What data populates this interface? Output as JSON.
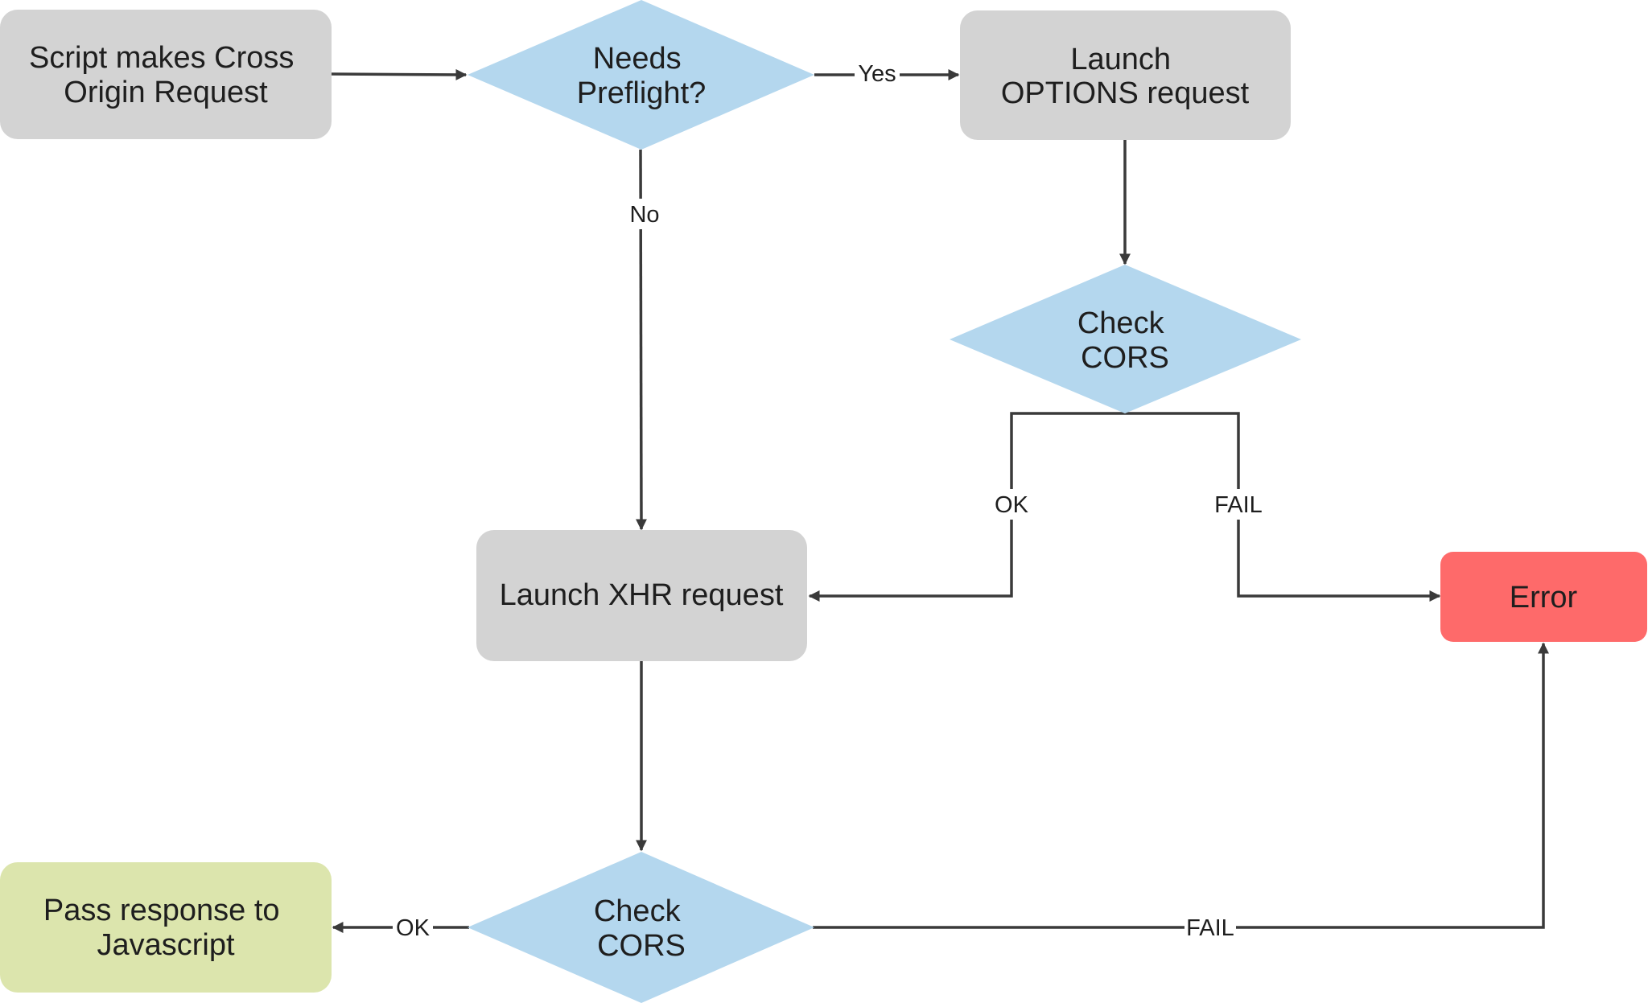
{
  "colors": {
    "process": "#d3d3d3",
    "decision": "#b4d7ee",
    "error": "#fe6a6a",
    "success": "#dce5ad",
    "line": "#3a3a3a"
  },
  "nodes": {
    "start": {
      "lines": [
        "Script makes Cross",
        "Origin Request"
      ]
    },
    "needs_preflight": {
      "lines": [
        "Needs",
        "Preflight?"
      ]
    },
    "options_request": {
      "lines": [
        "Launch",
        "OPTIONS request"
      ]
    },
    "check_cors_preflight": {
      "lines": [
        "Check",
        "CORS"
      ]
    },
    "xhr_request": {
      "lines": [
        "Launch XHR request"
      ]
    },
    "error": {
      "lines": [
        "Error"
      ]
    },
    "check_cors_response": {
      "lines": [
        "Check",
        "CORS"
      ]
    },
    "pass_response": {
      "lines": [
        "Pass response to",
        "Javascript"
      ]
    }
  },
  "edges": {
    "yes": "Yes",
    "no": "No",
    "preflight_ok": "OK",
    "preflight_fail": "FAIL",
    "response_ok": "OK",
    "response_fail": "FAIL"
  }
}
